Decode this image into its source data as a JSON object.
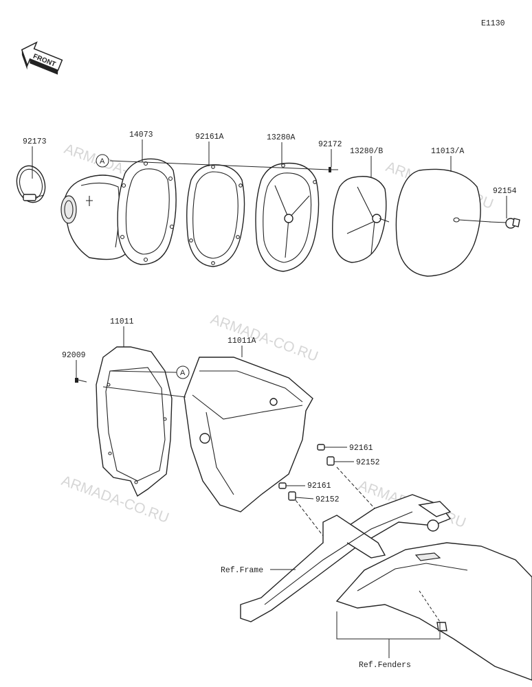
{
  "page_code": "E1130",
  "front_badge": "FRONT",
  "circle_ref": "A",
  "watermark": "ARMADA-CO.RU",
  "parts": {
    "p92173": "92173",
    "p14073": "14073",
    "p92161A": "92161A",
    "p13280A": "13280A",
    "p92172": "92172",
    "p13280B": "13280/B",
    "p11013A": "11013/A",
    "p92154": "92154",
    "p11011": "11011",
    "p92009": "92009",
    "p11011A": "11011A",
    "p92161_1": "92161",
    "p92152_1": "92152",
    "p92161_2": "92161",
    "p92152_2": "92152",
    "ref_frame": "Ref.Frame",
    "ref_fenders": "Ref.Fenders"
  }
}
